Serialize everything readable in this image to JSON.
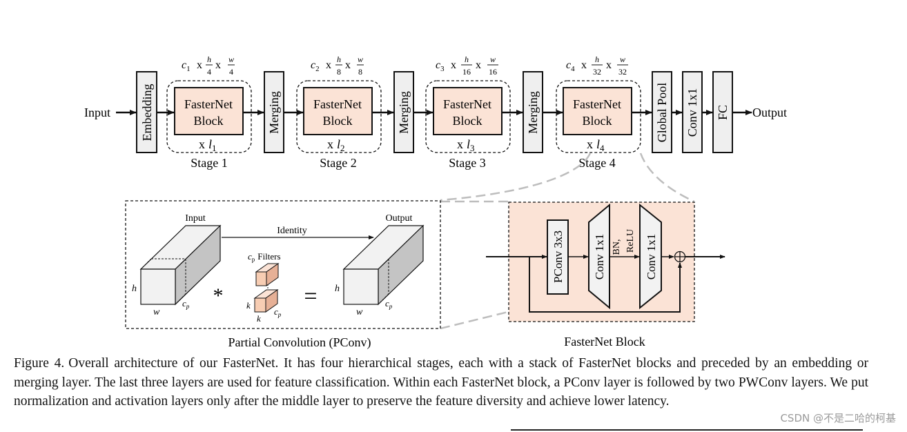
{
  "colors": {
    "block_fill": "#fbe3d6",
    "panel_fill": "#fbe3d6",
    "layer_fill": "#efefef",
    "stroke": "#111111",
    "connector": "#bdbdbd"
  },
  "top_flow": {
    "input_label": "Input",
    "output_label": "Output",
    "embedding_label": "Embedding",
    "merging_label": "Merging",
    "global_pool_label": "Global Pool",
    "conv1x1_label": "Conv 1x1",
    "fc_label": "FC",
    "block_line1": "FasterNet",
    "block_line2": "Block",
    "stages": [
      {
        "label": "Stage 1",
        "c": "c",
        "c_sub": "1",
        "h_div": "4",
        "w_div": "4",
        "repeat_sub": "1"
      },
      {
        "label": "Stage 2",
        "c": "c",
        "c_sub": "2",
        "h_div": "8",
        "w_div": "8",
        "repeat_sub": "2"
      },
      {
        "label": "Stage 3",
        "c": "c",
        "c_sub": "3",
        "h_div": "16",
        "w_div": "16",
        "repeat_sub": "3"
      },
      {
        "label": "Stage 4",
        "c": "c",
        "c_sub": "4",
        "h_div": "32",
        "w_div": "32",
        "repeat_sub": "4"
      }
    ],
    "x_symbol": "x",
    "l_symbol": "l",
    "h_symbol": "h",
    "w_symbol": "w"
  },
  "pconv_panel": {
    "title": "Partial Convolution (PConv)",
    "input_label": "Input",
    "output_label": "Output",
    "identity_label": "Identity",
    "filters_label": "Filters",
    "cp_label": "c",
    "cp_sub": "p",
    "h_label": "h",
    "w_label": "w",
    "k_label": "k",
    "star": "*",
    "equals": "="
  },
  "block_panel": {
    "title": "FasterNet Block",
    "pconv_label": "PConv 3x3",
    "conv1_label": "Conv 1x1",
    "conv2_label": "Conv 1x1",
    "bn_label": "BN,",
    "relu_label": "ReLU",
    "add_symbol": "⊕"
  },
  "caption": {
    "label": "Figure 4.",
    "text": "Overall architecture of our FasterNet. It has four hierarchical stages, each with a stack of FasterNet blocks and preceded by an embedding or merging layer. The last three layers are used for feature classification. Within each FasterNet block, a PConv layer is followed by two PWConv layers. We put normalization and activation layers only after the middle layer to preserve the feature diversity and achieve lower latency."
  },
  "watermark": "CSDN @不是二哈的柯基"
}
